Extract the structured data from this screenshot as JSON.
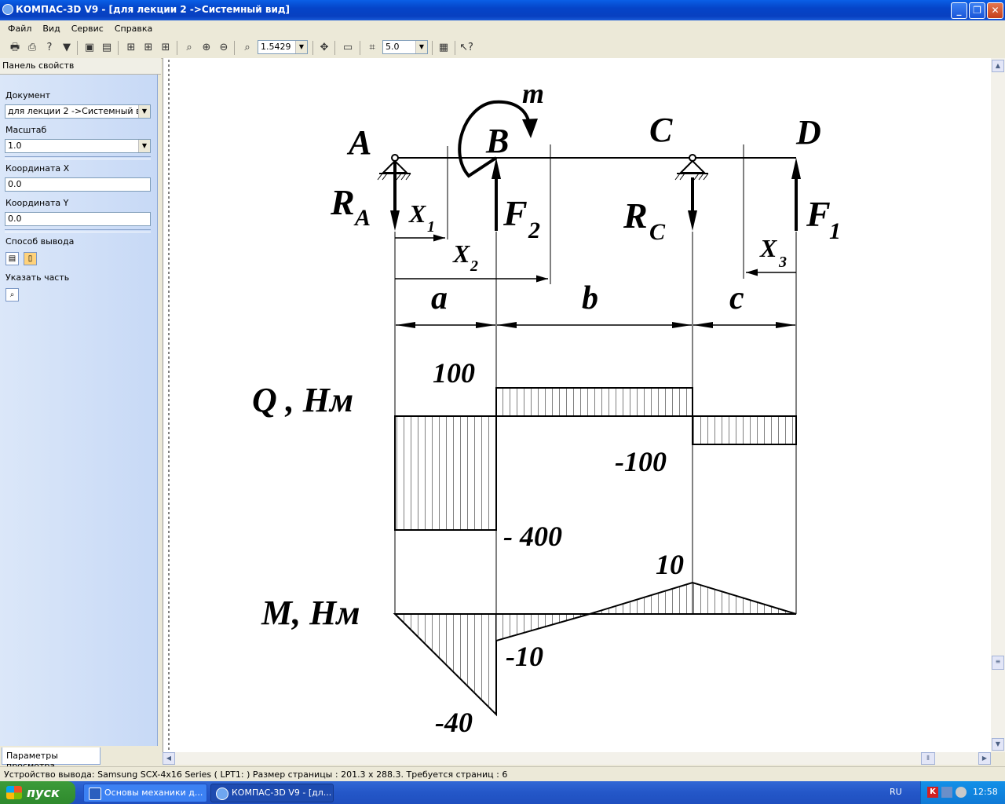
{
  "window": {
    "title": "КОМПАС-3D V9 - [для лекции 2 ->Системный вид]",
    "controls": {
      "minimize": "_",
      "maximize": "❐",
      "close": "✕"
    }
  },
  "menu": [
    "Файл",
    "Вид",
    "Сервис",
    "Справка"
  ],
  "toolbar": {
    "zoom_value": "1.5429",
    "step_value": "5.0"
  },
  "panel": {
    "title": "Панель свойств",
    "document_label": "Документ",
    "document_value": "для лекции 2 ->Системный вид",
    "scale_label": "Масштаб",
    "scale_value": "1.0",
    "coord_x_label": "Координата X",
    "coord_x_value": "0.0",
    "coord_y_label": "Координата Y",
    "coord_y_value": "0.0",
    "output_label": "Способ вывода",
    "part_label": "Указать часть",
    "tab_label": "Параметры просмотра"
  },
  "drawing": {
    "points": [
      "A",
      "B",
      "C",
      "D"
    ],
    "moment": "m",
    "forces": {
      "ra": "R",
      "ra_sub": "A",
      "f2": "F",
      "f2_sub": "2",
      "rc": "R",
      "rc_sub": "C",
      "f1": "F",
      "f1_sub": "1"
    },
    "sections": {
      "x1": "X",
      "x1_sub": "1",
      "x2": "X",
      "x2_sub": "2",
      "x3": "X",
      "x3_sub": "3"
    },
    "spans": [
      "a",
      "b",
      "c"
    ],
    "q_title": "Q , Нм",
    "q_values": [
      "100",
      "-100",
      "- 400"
    ],
    "m_title": "M, Нм",
    "m_values": [
      "10",
      "-10",
      "-40"
    ]
  },
  "status": "Устройство вывода: Samsung SCX-4x16 Series ( LPT1: )  Размер страницы : 201.3 x 288.3.  Требуется страниц : 6",
  "taskbar": {
    "start": "пуск",
    "tasks": [
      "Основы механики д...",
      "КОМПАС-3D V9 - [дл..."
    ],
    "lang": "RU",
    "clock": "12:58"
  }
}
